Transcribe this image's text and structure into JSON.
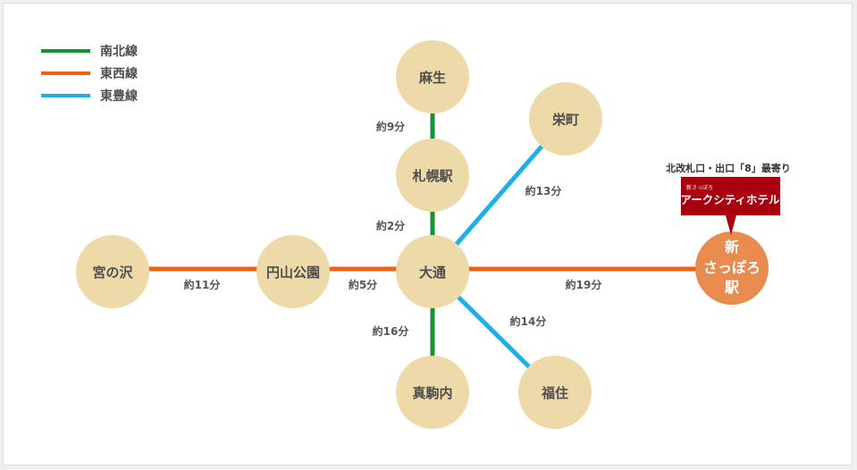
{
  "colors": {
    "namboku": "#159236",
    "tozai": "#f06113",
    "toho": "#1eaeea",
    "station": "#eed9a8",
    "main_station": "#e98a4f",
    "hotel_sign": "#a8000f"
  },
  "legend": [
    {
      "label": "南北線",
      "color": "#159236"
    },
    {
      "label": "東西線",
      "color": "#f06113"
    },
    {
      "label": "東豊線",
      "color": "#1eaeea"
    }
  ],
  "stations": {
    "asabu": "麻生",
    "sapporo": "札幌駅",
    "sakaemachi": "栄町",
    "odori": "大通",
    "miyanosawa": "宮の沢",
    "maruyama": "円山公園",
    "makomanai": "真駒内",
    "fukuzumi": "福住",
    "shin_sapporo": [
      "新",
      "さっぽろ",
      "駅"
    ]
  },
  "times": {
    "asabu": "約9分",
    "sapporo": "約2分",
    "sakaemachi": "約13分",
    "miyanosawa": "約11分",
    "maruyama": "約5分",
    "shin_sapporo": "約19分",
    "makomanai": "約16分",
    "fukuzumi": "約14分"
  },
  "hotel": {
    "note": "北改札口・出口「8」最寄り",
    "small_text": "新さっぽろ",
    "name": "アークシティホテル"
  }
}
